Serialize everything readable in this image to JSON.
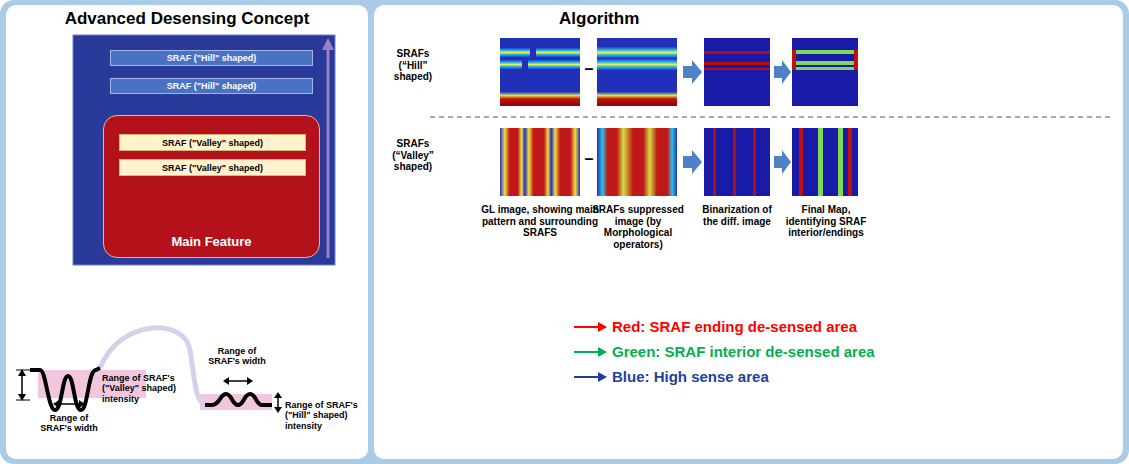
{
  "diagram": {
    "nodes": [
      {
        "text": [
          "Advanced Desensing Concept"
        ]
      },
      {
        "text": [
          "SRAF (\"Hill\" shaped)"
        ],
        "in": 0
      },
      {
        "text": [
          "SRAF (\"Hill\" shaped)"
        ],
        "in": 0
      },
      {
        "text": [
          "Main Feature"
        ],
        "in": 0
      },
      {
        "text": [
          "SRAF (\"Valley\" shaped)"
        ],
        "in": 3
      },
      {
        "text": [
          "SRAF (\"Valley\" shaped)"
        ],
        "in": 3
      },
      {
        "text": [
          "Algorithm"
        ]
      }
    ],
    "labels": [
      "Range of SRAF's (\"Valley\" shaped) intensity",
      "Range of SRAF's width",
      "Range of SRAF's width",
      "Range of SRAF's (\"Hill\" shaped) intensity",
      "SRAFs (“Hill” shaped)",
      "–",
      "SRAFs (“Valley” shaped)",
      "–",
      "GL image, showing main pattern and surrounding SRAFS",
      "SRAFs suppressed image (by Morphological operators)",
      "Binarization of the diff. image",
      "Final Map, identifying SRAF interior/endings"
    ],
    "legend": [
      {
        "text": "Red: SRAF ending de-sensed area",
        "color": "#ff0000"
      },
      {
        "text": "Green: SRAF interior de-sensed area",
        "color": "#00b050"
      },
      {
        "text": "Blue: High sense area",
        "color": "#1f3fa0"
      }
    ]
  }
}
